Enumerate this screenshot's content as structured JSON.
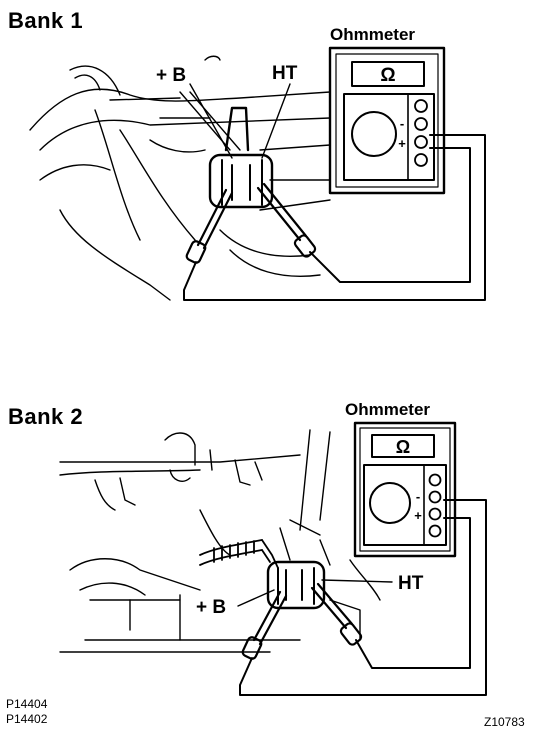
{
  "bank1": {
    "title": "Bank 1",
    "meter_label": "Ohmmeter",
    "meter_symbol": "Ω",
    "terminal_plus_b": "+ B",
    "terminal_ht": "HT",
    "probe_neg": "-",
    "probe_pos": "+"
  },
  "bank2": {
    "title": "Bank 2",
    "meter_label": "Ohmmeter",
    "meter_symbol": "Ω",
    "terminal_plus_b": "+ B",
    "terminal_ht": "HT",
    "probe_neg": "-",
    "probe_pos": "+"
  },
  "footer": {
    "codes": [
      "P14404",
      "P14402"
    ],
    "figure_code": "Z10783"
  },
  "colors": {
    "ink": "#000000",
    "paper": "#ffffff"
  }
}
